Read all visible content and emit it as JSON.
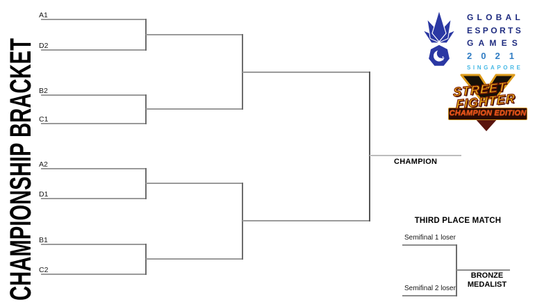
{
  "page_title": "CHAMPIONSHIP BRACKET",
  "bracket": {
    "matches": [
      {
        "top": "A1",
        "bottom": "D2"
      },
      {
        "top": "B2",
        "bottom": "C1"
      },
      {
        "top": "A2",
        "bottom": "D1"
      },
      {
        "top": "B1",
        "bottom": "C2"
      }
    ],
    "champion_label": "CHAMPION"
  },
  "third_place": {
    "title": "THIRD PLACE MATCH",
    "top_label": "Semifinal 1 loser",
    "bottom_label": "Semifinal 2 loser",
    "result_line1": "BRONZE",
    "result_line2": "MEDALIST"
  },
  "logos": {
    "geg": {
      "line1": "GLOBAL",
      "line2": "ESPORTS",
      "line3": "GAMES",
      "year": "2021",
      "country": "SINGAPORE",
      "colors": {
        "navy": "#1f2c80",
        "year_blue": "#2f7cc3",
        "cyan": "#47b9e5",
        "emblem_blue": "#2b38a3"
      }
    },
    "sfv": {
      "word1": "STREET",
      "word2": "FIGHTER",
      "edition": "CHAMPION EDITION",
      "colors": {
        "gold": "#ffd41f",
        "outline_red": "#7e1f06",
        "edition_red": "#e8481c"
      }
    }
  },
  "line_colors": {
    "horizontal": "#9a9a9a",
    "vertical": "#6c6c6c",
    "champion_line": "#bcbcbc"
  }
}
